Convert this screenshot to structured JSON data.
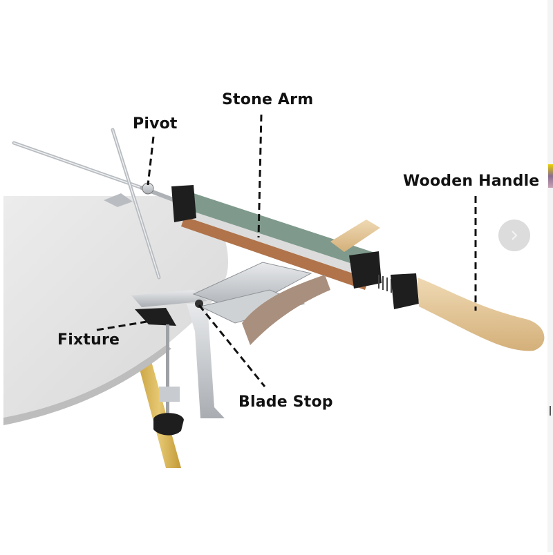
{
  "diagram": {
    "subject": "knife sharpener system",
    "labels": [
      {
        "id": "stone-arm",
        "text": "Stone Arm"
      },
      {
        "id": "pivot",
        "text": "Pivot"
      },
      {
        "id": "wooden-handle",
        "text": "Wooden Handle"
      },
      {
        "id": "fixture",
        "text": "Fixture"
      },
      {
        "id": "blade-stop",
        "text": "Blade Stop"
      }
    ],
    "colors": {
      "label_text": "#111111",
      "leader_line": "#111111",
      "table_top": "#e6e6e6",
      "table_leg": "#d9b75a",
      "whetstone": "#7f9a8c",
      "clamp_black": "#1e1e1e",
      "handle_wood": "#e3c597",
      "metal": "#c8cbcf"
    }
  },
  "carousel": {
    "next_icon": "chevron-right-icon"
  }
}
